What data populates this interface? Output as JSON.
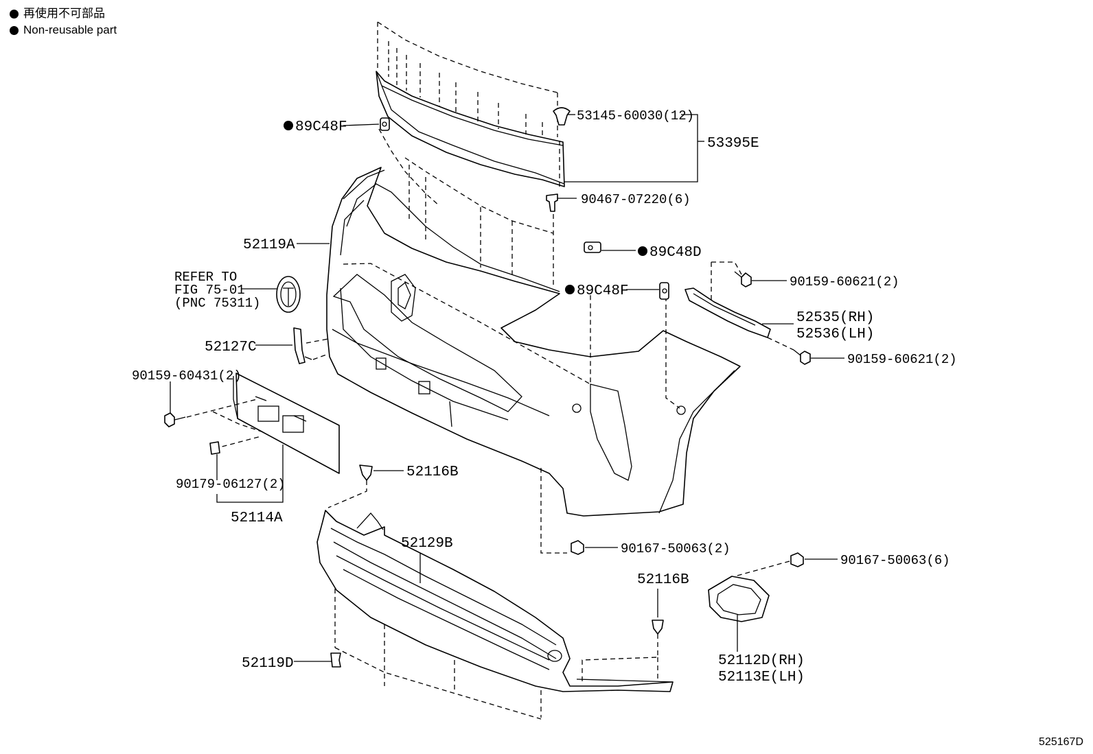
{
  "legend": {
    "jp_text": "再使用不可部品",
    "en_text": "Non-reusable part"
  },
  "figure_id": "525167D",
  "callouts": {
    "c89C48F_top": "89C48F",
    "c53145": "53145-60030(12)",
    "c53395E": "53395E",
    "c90467": "90467-07220(6)",
    "c52119A": "52119A",
    "c89C48D": "89C48D",
    "c89C48F_mid": "89C48F",
    "refer_1": "REFER TO",
    "refer_2": "FIG 75-01",
    "refer_3": "(PNC 75311)",
    "c90159_60621_a": "90159-60621(2)",
    "c52535": "52535(RH)",
    "c52536": "52536(LH)",
    "c90159_60621_b": "90159-60621(2)",
    "c52127C": "52127C",
    "c90159_60431": "90159-60431(2)",
    "c90179": "90179-06127(2)",
    "c52114A": "52114A",
    "c52116B_top": "52116B",
    "c52129B": "52129B",
    "c90167_2": "90167-50063(2)",
    "c52116B_bot": "52116B",
    "c90167_6": "90167-50063(6)",
    "c52112D": "52112D(RH)",
    "c52113E": "52113E(LH)",
    "c52119D": "52119D"
  },
  "non_reusable_marks": [
    "89C48F",
    "89C48D",
    "89C48F"
  ]
}
